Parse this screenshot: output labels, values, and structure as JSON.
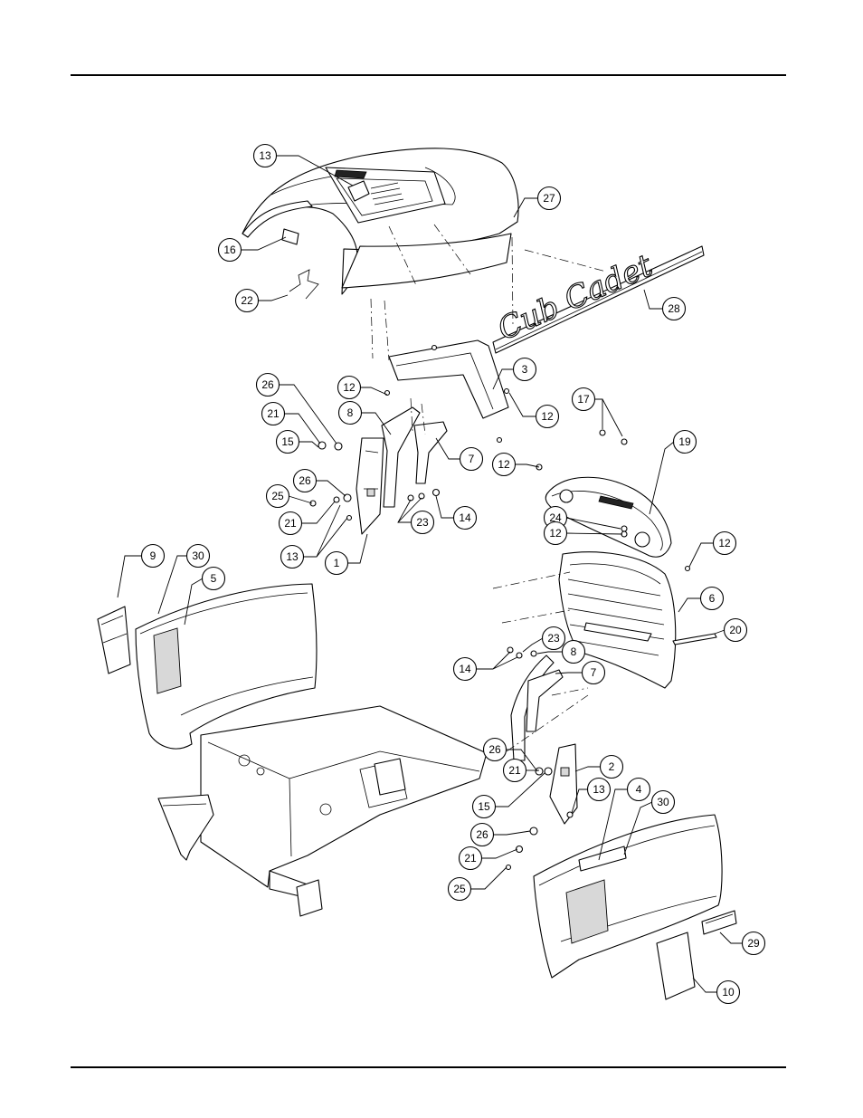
{
  "callouts": [
    {
      "label": "13"
    },
    {
      "label": "27"
    },
    {
      "label": "16"
    },
    {
      "label": "22"
    },
    {
      "label": "28"
    },
    {
      "label": "3"
    },
    {
      "label": "12"
    },
    {
      "label": "26"
    },
    {
      "label": "12"
    },
    {
      "label": "8"
    },
    {
      "label": "21"
    },
    {
      "label": "15"
    },
    {
      "label": "17"
    },
    {
      "label": "19"
    },
    {
      "label": "7"
    },
    {
      "label": "12"
    },
    {
      "label": "26"
    },
    {
      "label": "25"
    },
    {
      "label": "24"
    },
    {
      "label": "14"
    },
    {
      "label": "21"
    },
    {
      "label": "23"
    },
    {
      "label": "12"
    },
    {
      "label": "12"
    },
    {
      "label": "13"
    },
    {
      "label": "1"
    },
    {
      "label": "9"
    },
    {
      "label": "30"
    },
    {
      "label": "5"
    },
    {
      "label": "6"
    },
    {
      "label": "20"
    },
    {
      "label": "23"
    },
    {
      "label": "14"
    },
    {
      "label": "8"
    },
    {
      "label": "7"
    },
    {
      "label": "26"
    },
    {
      "label": "2"
    },
    {
      "label": "21"
    },
    {
      "label": "13"
    },
    {
      "label": "4"
    },
    {
      "label": "15"
    },
    {
      "label": "30"
    },
    {
      "label": "26"
    },
    {
      "label": "21"
    },
    {
      "label": "25"
    },
    {
      "label": "29"
    },
    {
      "label": "10"
    }
  ],
  "logo": {
    "brand": "Cub Cadet"
  },
  "colors": {
    "ink": "#000000",
    "paper": "#ffffff",
    "shade": "#d8d8d8"
  }
}
